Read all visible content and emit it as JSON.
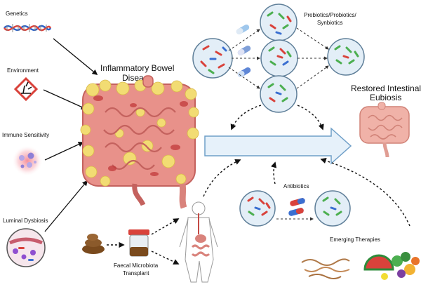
{
  "factors": {
    "genetics": "Genetics",
    "environment": "Environment",
    "immune": "Immune Sensitivity",
    "dysbiosis": "Luminal Dysbiosis"
  },
  "ibd": {
    "line1": "Inflammatory Bowel",
    "line2": "Disease"
  },
  "therapies": {
    "prebiotics_l1": "Prebiotics/Probiotics/",
    "prebiotics_l2": "Synbiotics",
    "antibiotics": "Antibiotics",
    "fmt_l1": "Faecal Microbiota",
    "fmt_l2": "Transplant",
    "emerging": "Emerging Therapies"
  },
  "outcome": {
    "line1": "Restored Intestinal",
    "line2": "Eubiosis"
  },
  "colors": {
    "arrow_fill": "#e6f1fa",
    "arrow_stroke": "#6f9fc8",
    "gut_pink": "#e8918a",
    "fat_yellow": "#f2dc73",
    "bacteria_red": "#d9423b",
    "bacteria_green": "#4caf50",
    "bacteria_blue": "#3a6fd1",
    "dish_fill": "#e3eef7"
  }
}
